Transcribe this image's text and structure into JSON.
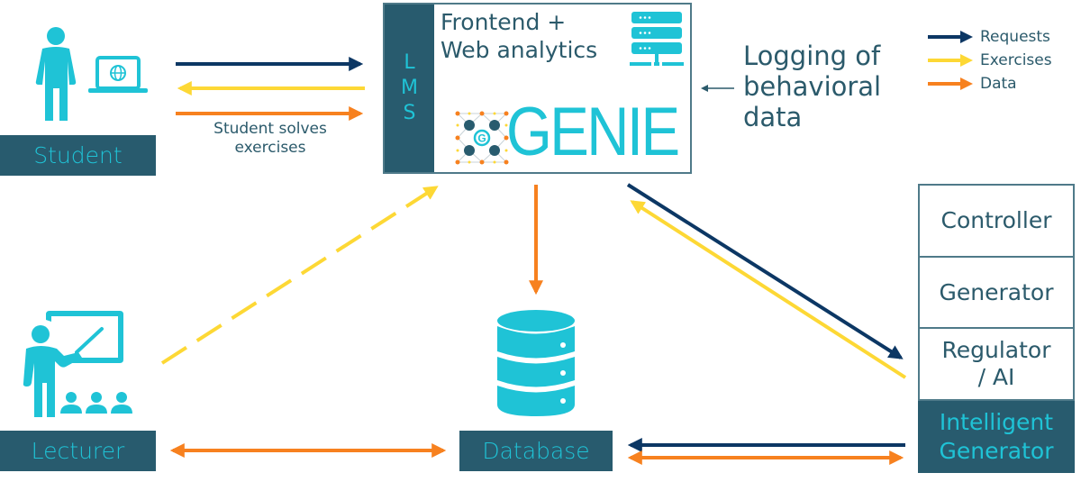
{
  "legend": {
    "items": [
      {
        "label": "Requests",
        "color": "#0c3764"
      },
      {
        "label": "Exercises",
        "color": "#fdd835"
      },
      {
        "label": "Data",
        "color": "#f7811f"
      }
    ]
  },
  "colors": {
    "requests": "#0c3764",
    "exercises": "#fdd835",
    "data": "#f7811f",
    "accent": "#1fc3d6",
    "box_dark": "#285b6e",
    "text": "#2b5a6b"
  },
  "nodes": {
    "student": {
      "label": "Student",
      "icon": "student-with-laptop-icon"
    },
    "lecturer": {
      "label": "Lecturer",
      "icon": "lecturer-teaching-icon"
    },
    "database": {
      "label": "Database",
      "icon": "database-icon"
    },
    "lms": {
      "side_letters": [
        "L",
        "M",
        "S"
      ],
      "title_line1": "Frontend +",
      "title_line2": "Web analytics",
      "server_icon": "server-icon",
      "logo_text": "GENIE",
      "logo_icon": "genie-network-logo-icon"
    },
    "intelligent_generator": {
      "label_line1": "Intelligent",
      "label_line2": "Generator",
      "components": [
        {
          "line1": "Controller",
          "line2": ""
        },
        {
          "line1": "Generator",
          "line2": ""
        },
        {
          "line1": "Regulator",
          "line2": "/ AI"
        }
      ]
    }
  },
  "annotations": {
    "student_caption_line1": "Student solves",
    "student_caption_line2": "exercises",
    "logging_line1": "Logging of",
    "logging_line2": "behavioral",
    "logging_line3": "data"
  },
  "edges": [
    {
      "from": "student",
      "to": "lms",
      "type": "requests"
    },
    {
      "from": "lms",
      "to": "student",
      "type": "exercises"
    },
    {
      "from": "student",
      "to": "lms",
      "type": "data"
    },
    {
      "from": "lecturer",
      "to": "lms",
      "type": "exercises",
      "style": "dashed"
    },
    {
      "from": "lms",
      "to": "database",
      "type": "data"
    },
    {
      "from": "lms",
      "to": "intelligent_generator",
      "type": "requests"
    },
    {
      "from": "intelligent_generator",
      "to": "lms",
      "type": "exercises"
    },
    {
      "from": "lecturer",
      "to": "database",
      "type": "data",
      "bidirectional": true
    },
    {
      "from": "intelligent_generator",
      "to": "database",
      "type": "requests"
    },
    {
      "from": "intelligent_generator",
      "to": "database",
      "type": "data",
      "bidirectional": true
    }
  ]
}
